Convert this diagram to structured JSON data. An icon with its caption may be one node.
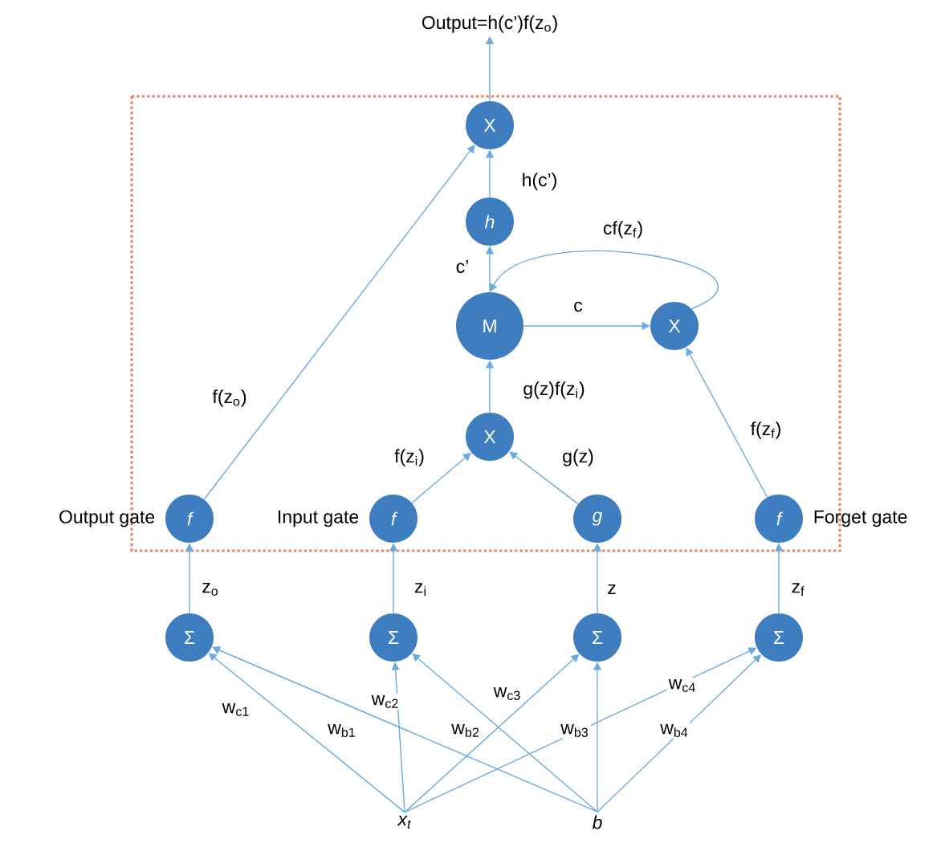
{
  "diagram": {
    "nodes": [
      {
        "text": [
          "Output=h(c’)f(z$_{o}$)"
        ]
      },
      {
        "text": [
          "X"
        ]
      },
      {
        "text": [
          "h"
        ]
      },
      {
        "text": [
          "M"
        ]
      },
      {
        "text": [
          "X"
        ]
      },
      {
        "text": [
          "X"
        ]
      },
      {
        "text": [
          "f"
        ],
        "beside": [
          "Output gate"
        ]
      },
      {
        "text": [
          "f"
        ],
        "beside": [
          "Input gate"
        ]
      },
      {
        "text": [
          "g"
        ]
      },
      {
        "text": [
          "f"
        ],
        "beside": [
          "Forget gate"
        ]
      },
      {
        "text": [
          "Σ"
        ]
      },
      {
        "text": [
          "Σ"
        ]
      },
      {
        "text": [
          "Σ"
        ]
      },
      {
        "text": [
          "Σ"
        ]
      },
      {
        "text": [
          "x$_{t}$"
        ]
      },
      {
        "text": [
          "b"
        ]
      }
    ],
    "edges": [
      {
        "from": 1,
        "to": 0,
        "arrow": "to"
      },
      {
        "from": 2,
        "to": 1,
        "arrow": "to",
        "label": "h(c’)"
      },
      {
        "from": 3,
        "to": 2,
        "arrow": "to",
        "label": "c’"
      },
      {
        "from": 3,
        "to": 4,
        "arrow": "to",
        "label": "c"
      },
      {
        "from": 4,
        "to": 3,
        "arrow": "to",
        "label": "cf(z$_{f}$)"
      },
      {
        "from": 5,
        "to": 3,
        "arrow": "to",
        "label": "g(z)f(z$_{i}$)"
      },
      {
        "from": 7,
        "to": 5,
        "arrow": "to",
        "label": "f(z$_{i}$)"
      },
      {
        "from": 8,
        "to": 5,
        "arrow": "to",
        "label": "g(z)"
      },
      {
        "from": 9,
        "to": 4,
        "arrow": "to",
        "label": "f(z$_{f}$)"
      },
      {
        "from": 6,
        "to": 1,
        "arrow": "to",
        "label": "f(z$_{o}$)"
      },
      {
        "from": 10,
        "to": 6,
        "arrow": "to",
        "label": "z$_{o}$"
      },
      {
        "from": 11,
        "to": 7,
        "arrow": "to",
        "label": "z$_{i}$"
      },
      {
        "from": 12,
        "to": 8,
        "arrow": "to",
        "label": "z"
      },
      {
        "from": 13,
        "to": 9,
        "arrow": "to",
        "label": "z$_{f}$"
      },
      {
        "from": 14,
        "to": 10,
        "arrow": "to",
        "label": "w$_{c1}$"
      },
      {
        "from": 14,
        "to": 11,
        "arrow": "to",
        "label": "w$_{c2}$"
      },
      {
        "from": 14,
        "to": 12,
        "arrow": "to",
        "label": "w$_{c3}$"
      },
      {
        "from": 14,
        "to": 13,
        "arrow": "to",
        "label": "w$_{c4}$"
      },
      {
        "from": 15,
        "to": 10,
        "arrow": "to",
        "label": "w$_{b1}$"
      },
      {
        "from": 15,
        "to": 11,
        "arrow": "to",
        "label": "w$_{b2}$"
      },
      {
        "from": 15,
        "to": 12,
        "arrow": "to",
        "label": "w$_{b3}$"
      },
      {
        "from": 15,
        "to": 13,
        "arrow": "to",
        "label": "w$_{b4}$"
      }
    ]
  }
}
